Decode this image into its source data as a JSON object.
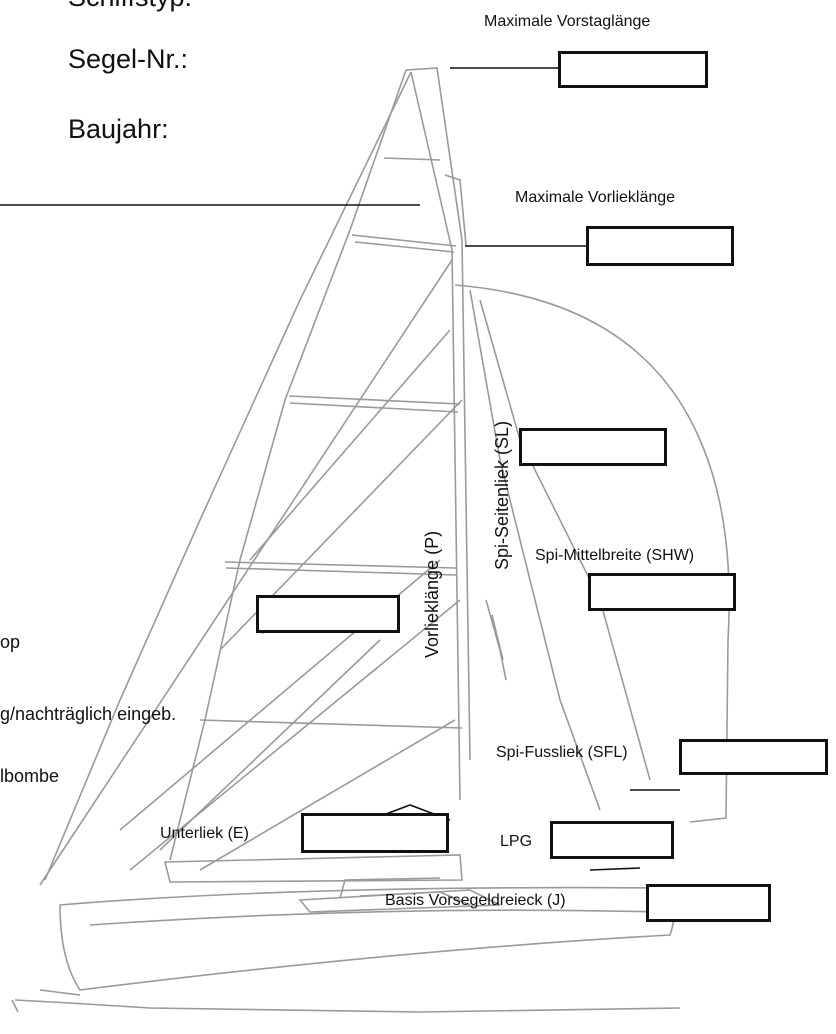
{
  "form": {
    "boat_type_label": "Schiffstyp:",
    "sail_number_label": "Segel-Nr.:",
    "build_year_label": "Baujahr:"
  },
  "options": {
    "line1": "op",
    "line2": "g/nachträglich eingeb.",
    "line3": "lbombe"
  },
  "labels": {
    "max_forestay": "Maximale Vorstaglänge",
    "max_luff": "Maximale Vorlieklänge",
    "luff_p": "Vorlieklänge (P)",
    "spi_sl": "Spi-Seitenliek (SL)",
    "spi_shw": "Spi-Mittelbreite (SHW)",
    "spi_sfl": "Spi-Fussliek (SFL)",
    "foot_e": "Unterliek (E)",
    "lpg": "LPG",
    "base_j": "Basis Vorsegeldreieck (J)"
  },
  "inputs": {
    "max_forestay": "",
    "max_luff": "",
    "spi_sl": "",
    "spi_shw": "",
    "mainsail": "",
    "spi_sfl": "",
    "foot_e": "",
    "lpg": "",
    "base_j": ""
  }
}
